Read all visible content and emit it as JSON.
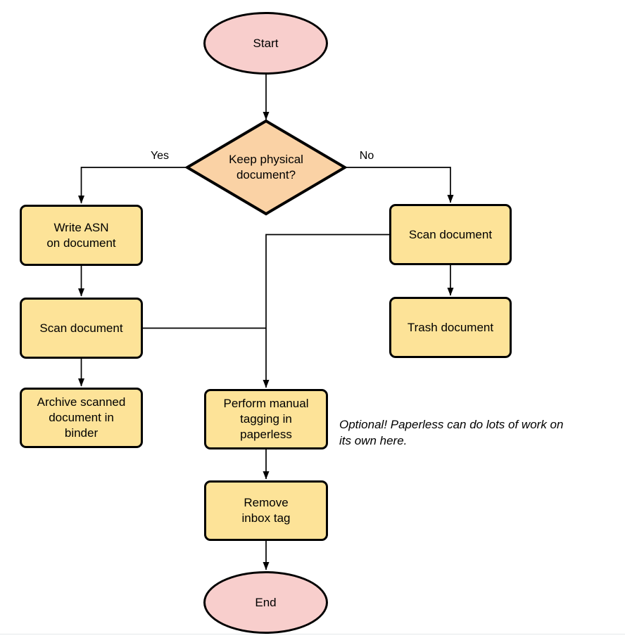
{
  "diagram": {
    "title_hint": "Paperless document intake flowchart",
    "colors": {
      "terminal_fill": "#f8cecc",
      "decision_fill": "#fad2a5",
      "process_fill": "#fde398",
      "stroke": "#000000",
      "background": "#ffffff"
    },
    "nodes": {
      "start": {
        "type": "terminal",
        "label": "Start"
      },
      "decision": {
        "type": "decision",
        "label": "Keep physical\ndocument?"
      },
      "write_asn": {
        "type": "process",
        "label": "Write ASN\non document"
      },
      "scan_left": {
        "type": "process",
        "label": "Scan document"
      },
      "archive": {
        "type": "process",
        "label": "Archive scanned\ndocument in\nbinder"
      },
      "scan_right": {
        "type": "process",
        "label": "Scan document"
      },
      "trash": {
        "type": "process",
        "label": "Trash document"
      },
      "tagging": {
        "type": "process",
        "label": "Perform manual\ntagging in\npaperless"
      },
      "remove_inbox": {
        "type": "process",
        "label": "Remove\ninbox tag"
      },
      "end": {
        "type": "terminal",
        "label": "End"
      }
    },
    "edge_labels": {
      "yes": "Yes",
      "no": "No"
    },
    "annotation": "Optional! Paperless can do lots of work on\nits own here."
  }
}
